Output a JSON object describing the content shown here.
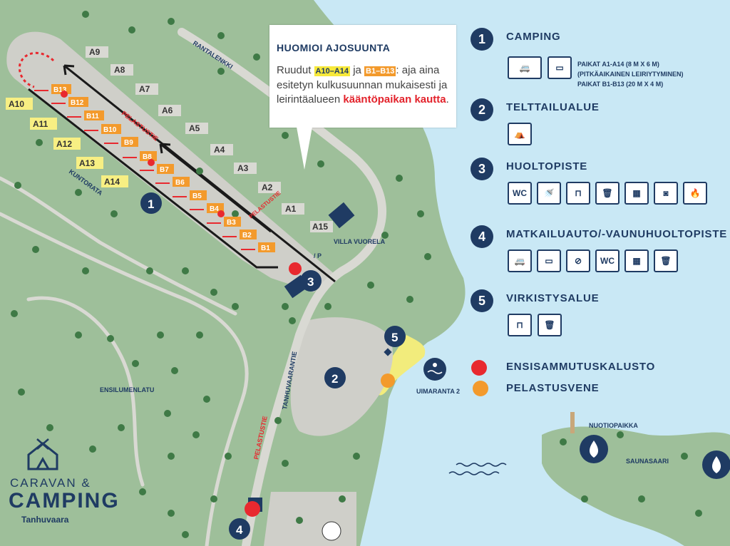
{
  "notice": {
    "title": "HUOMIOI AJOSUUNTA",
    "t1": "Ruudut ",
    "h1": "A10–A14",
    "t2": " ja ",
    "h2": "B1–B13",
    "t3": ": aja aina esitetyn kulkusuunnan mukaisesti ja leirintäalueen ",
    "red": "kääntöpaikan kautta",
    "t4": "."
  },
  "legend": {
    "s1": {
      "num": "1",
      "title": "CAMPING",
      "note1": "PAIKAT A1-A14 (8 M X 6 M)",
      "note2": "(PITKÄAIKAINEN LEIRIYTYMINEN)",
      "note3": "PAIKAT B1-B13 (20 M X 4 M)"
    },
    "s2": {
      "num": "2",
      "title": "TELTTAILUALUE"
    },
    "s3": {
      "num": "3",
      "title": "HUOLTOPISTE",
      "wc": "WC"
    },
    "s4": {
      "num": "4",
      "title": "MATKAILUAUTO/-VAUNUHUOLTOPISTE",
      "wc": "WC"
    },
    "s5": {
      "num": "5",
      "title": "VIRKISTYSALUE"
    },
    "fire": "ENSISAMMUTUSKALUSTO",
    "boat": "PELASTUSVENE",
    "colors": {
      "fire": "#e8292f",
      "boat": "#f39a2c"
    }
  },
  "map": {
    "roads": {
      "rantalenkki": "RANTALENKKI",
      "kuntorata": "KUNTORATA",
      "tanhuvaarantie": "TANHUVAARANTIE",
      "pelastustie": "PELASTUSTIE",
      "ensilumenlatu": "ENSILUMENLATU"
    },
    "places": {
      "villa": "VILLA VUORELA",
      "uimaranta": "UIMARANTA 2",
      "nuotiopaikka": "NUOTIOPAIKKA",
      "saunasaari": "SAUNASAARI",
      "parking": "/ P"
    },
    "markers": [
      "1",
      "2",
      "3",
      "4",
      "5"
    ],
    "a_sites": [
      "A1",
      "A2",
      "A3",
      "A4",
      "A5",
      "A6",
      "A7",
      "A8",
      "A9",
      "A10",
      "A11",
      "A12",
      "A13",
      "A14",
      "A15"
    ],
    "b_sites": [
      "B1",
      "B2",
      "B3",
      "B4",
      "B5",
      "B6",
      "B7",
      "B8",
      "B9",
      "B10",
      "B11",
      "B12",
      "B13"
    ]
  },
  "logo": {
    "line1": "CARAVAN &",
    "line2": "CAMPING",
    "line3": "Tanhuvaara"
  }
}
